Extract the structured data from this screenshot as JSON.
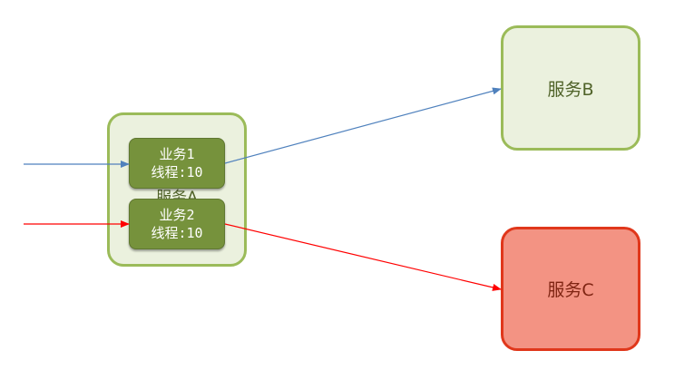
{
  "services": {
    "a": {
      "label": "服务A"
    },
    "b": {
      "label": "服务B"
    },
    "c": {
      "label": "服务C"
    }
  },
  "businesses": [
    {
      "name": "业务1",
      "threads": "线程:10"
    },
    {
      "name": "业务2",
      "threads": "线程:10"
    }
  ],
  "colors": {
    "blue_arrow": "#4f81bd",
    "red_arrow": "#ff0000",
    "service_fill": "#ebf1de",
    "service_border": "#9bbb59",
    "business_fill": "#76923c",
    "failed_fill": "#f39383",
    "failed_border": "#e0371b"
  }
}
